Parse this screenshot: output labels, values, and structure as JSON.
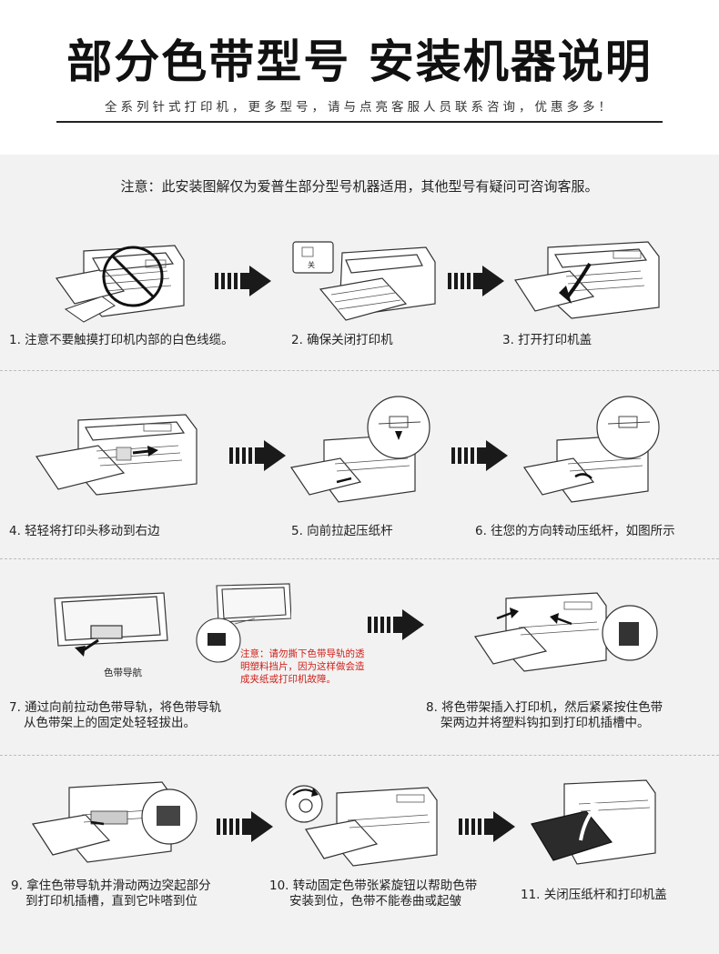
{
  "header": {
    "title": "部分色带型号 安装机器说明",
    "subtitle": "全系列针式打印机，更多型号，请与点亮客服人员联系咨询，优惠多多！"
  },
  "notice": "注意：此安装图解仅为爱普生部分型号机器适用，其他型号有疑问可咨询客服。",
  "steps": [
    {
      "caption": "1. 注意不要触摸打印机内部的白色线缆。"
    },
    {
      "caption": "2. 确保关闭打印机"
    },
    {
      "caption": "3. 打开打印机盖"
    },
    {
      "caption": "4. 轻轻将打印头移动到右边"
    },
    {
      "caption": "5. 向前拉起压纸杆"
    },
    {
      "caption": "6. 往您的方向转动压纸杆，如图所示"
    },
    {
      "caption_line1": "7. 通过向前拉动色带导轨，将色带导轨",
      "caption_line2": "从色带架上的固定处轻轻拔出。"
    },
    {
      "caption_line1": "8. 将色带架插入打印机，然后紧紧按住色带",
      "caption_line2": "架两边并将塑料钩扣到打印机插槽中。"
    },
    {
      "caption_line1": "9. 拿住色带导轨并滑动两边突起部分",
      "caption_line2": "到打印机插槽，直到它咔嗒到位"
    },
    {
      "caption_line1": "10. 转动固定色带张紧旋钮以帮助色带",
      "caption_line2": "安装到位，色带不能卷曲或起皱"
    },
    {
      "caption": "11. 关闭压纸杆和打印机盖"
    }
  ],
  "labels": {
    "ribbon_guide": "色带导航",
    "power_off": "关",
    "warning_line1": "注意：请勿撕下色带导轨的透",
    "warning_line2": "明塑料挡片，因为这样做会造",
    "warning_line3": "成夹纸或打印机故障。"
  },
  "icons": {
    "step_arrow": "dashed-right-arrow-icon",
    "no_touch": "prohibited-icon",
    "rotate": "curved-arrow-icon"
  },
  "colors": {
    "background": "#f2f2f2",
    "arrow": "#1a1a1a",
    "warning": "#d0201a"
  }
}
